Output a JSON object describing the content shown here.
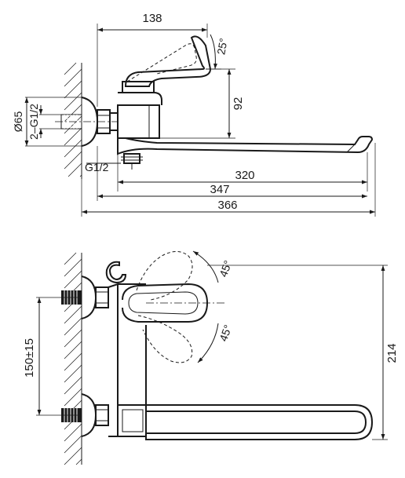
{
  "labels": {
    "top_view": {
      "dim_138": "138",
      "angle_25": "25°",
      "dim_92": "92",
      "dia_65": "Ø65",
      "thread_2g12": "2–G1/2",
      "thread_g12": "G1/2",
      "dim_320": "320",
      "dim_347": "347",
      "dim_366": "366"
    },
    "bottom_view": {
      "angle_45_upper": "45°",
      "angle_45_lower": "45°",
      "dim_150": "150±15",
      "dim_214": "214"
    }
  },
  "colors": {
    "line": "#1a1a1a",
    "background": "#ffffff"
  }
}
